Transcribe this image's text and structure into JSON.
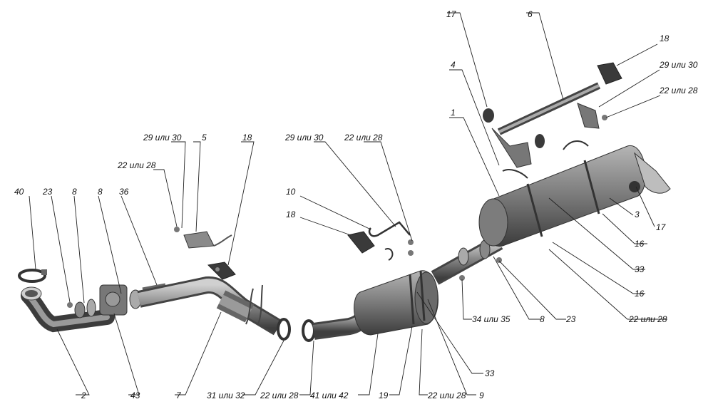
{
  "colors": {
    "metal_dark": "#5c5c5c",
    "metal_mid": "#8a8a8a",
    "metal_light": "#c9c9c9",
    "rubber": "#3a3a3a",
    "line": "#222222"
  },
  "callouts": {
    "c40": "40",
    "c23a": "23",
    "c8a": "8",
    "c8b": "8",
    "c36": "36",
    "c29_30a": "29 или 30",
    "c5": "5",
    "c18a": "18",
    "c22_28a": "22 или 28",
    "c29_30b": "29 или 30",
    "c22_28b": "22 или 28",
    "c10": "10",
    "c18b": "18",
    "c17a": "17",
    "c6": "6",
    "c18c": "18",
    "c29_30c": "29 или 30",
    "c4": "4",
    "c22_28c": "22 или 28",
    "c1": "1",
    "c3": "3",
    "c17b": "17",
    "c16a": "16",
    "c33a": "33",
    "c16b": "16",
    "c34_35": "34 или 35",
    "c8c": "8",
    "c23b": "23",
    "c22_28d": "22 или 28",
    "c2": "2",
    "c43": "43",
    "c7": "7",
    "c31_32": "31 или 32",
    "c22_28e": "22 или 28",
    "c41_42": "41 или 42",
    "c19": "19",
    "c22_28f": "22 или 28",
    "c9": "9",
    "c33b": "33"
  }
}
